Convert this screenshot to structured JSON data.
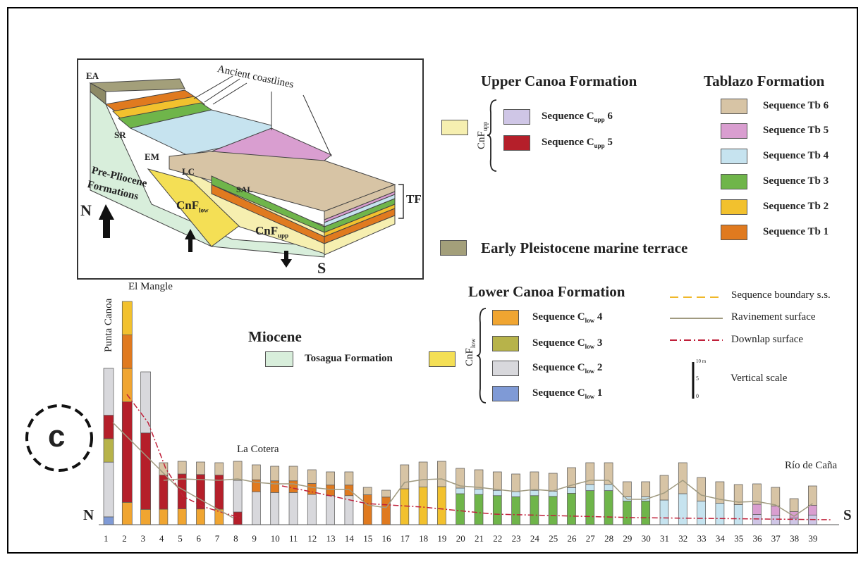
{
  "panel_label": "c",
  "block": {
    "labels": {
      "ea": "EA",
      "ancient": "Ancient coastlines",
      "sr": "SR",
      "em": "EM",
      "lc": "LC",
      "sal": "SAL",
      "prep1": "Pre-Pliocene",
      "prep2": "Formations",
      "n": "N",
      "s": "S",
      "cnflow": "CnF",
      "cnflow_sub": "low",
      "cnfupp": "CnF",
      "cnfupp_sub": "upp",
      "tf": "TF"
    }
  },
  "legend": {
    "upper_canoa": {
      "title": "Upper Canoa Formation",
      "group": "CnF",
      "group_sub": "upp",
      "items": [
        {
          "pre": "Sequence C",
          "sub": "upp",
          "post": " 6",
          "color": "#cfc6e6"
        },
        {
          "pre": "Sequence C",
          "sub": "upp",
          "post": " 5",
          "color": "#b51f2a"
        }
      ],
      "group_color": "#f6efb0"
    },
    "tablazo": {
      "title": "Tablazo Formation",
      "items": [
        {
          "label": "Sequence Tb 6",
          "color": "#d7c4a5"
        },
        {
          "label": "Sequence Tb 5",
          "color": "#d99ed0"
        },
        {
          "label": "Sequence Tb 4",
          "color": "#c6e3ef"
        },
        {
          "label": "Sequence Tb 3",
          "color": "#6fb54a"
        },
        {
          "label": "Sequence Tb 2",
          "color": "#f2c12e"
        },
        {
          "label": "Sequence Tb 1",
          "color": "#e07a1f"
        }
      ]
    },
    "terrace": {
      "label": "Early Pleistocene marine terrace",
      "color": "#a39f7a"
    },
    "lower_canoa": {
      "title": "Lower Canoa Formation",
      "group": "CnF",
      "group_sub": "low",
      "group_color": "#f4df55",
      "items": [
        {
          "pre": "Sequence C",
          "sub": "low",
          "post": " 4",
          "color": "#f0a531"
        },
        {
          "pre": "Sequence C",
          "sub": "low",
          "post": " 3",
          "color": "#b7b34a"
        },
        {
          "pre": "Sequence C",
          "sub": "low",
          "post": " 2",
          "color": "#d8d8dc"
        },
        {
          "pre": "Sequence C",
          "sub": "low",
          "post": " 1",
          "color": "#7f9ad6"
        }
      ]
    },
    "miocene": {
      "title": "Miocene",
      "label": "Tosagua Formation",
      "color": "#d8eedb"
    },
    "lines": {
      "seq_boundary": "Sequence boundary s.s.",
      "ravinement": "Ravinement surface",
      "downlap": "Downlap surface",
      "vertical": "Vertical scale",
      "scale_top": "10 m",
      "scale_mid": "5",
      "scale_bot": "0"
    }
  },
  "section": {
    "places": {
      "punta": "Punta Canoa",
      "mangle": "El Mangle",
      "cotera": "La Cotera",
      "rio": "Río de Caña"
    },
    "n": "N",
    "s": "S",
    "columns": [
      "1",
      "2",
      "3",
      "4",
      "5",
      "6",
      "7",
      "8",
      "9",
      "10",
      "11",
      "12",
      "13",
      "14",
      "15",
      "16",
      "17",
      "18",
      "19",
      "20",
      "21",
      "22",
      "23",
      "24",
      "25",
      "26",
      "27",
      "28",
      "29",
      "30",
      "31",
      "32",
      "33",
      "34",
      "35",
      "36",
      "37",
      "38",
      "39"
    ]
  }
}
